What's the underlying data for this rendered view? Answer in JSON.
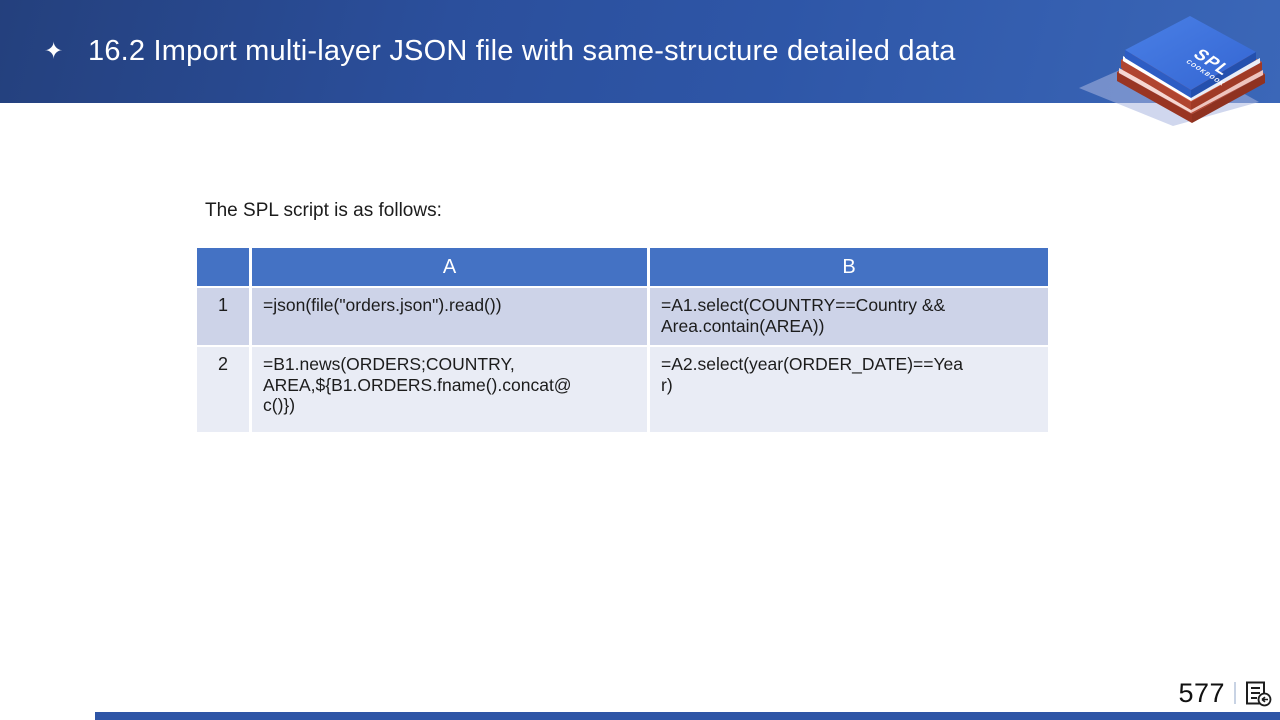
{
  "header": {
    "bullet_icon": "✦",
    "title": "16.2 Import multi-layer JSON file with same-structure detailed data",
    "logo": {
      "top_label": "SPL",
      "sub_label": "COOKBOOK"
    }
  },
  "body": {
    "intro_text": "The SPL script is as follows:"
  },
  "table": {
    "columns": [
      "",
      "A",
      "B"
    ],
    "rows": [
      {
        "num": "1",
        "a": "=json(file(\"orders.json\").read())",
        "b": "=A1.select(COUNTRY==Country &&\nArea.contain(AREA))"
      },
      {
        "num": "2",
        "a": "=B1.news(ORDERS;COUNTRY,\nAREA,${B1.ORDERS.fname().concat@\nc()})",
        "b": "=A2.select(year(ORDER_DATE)==Yea\nr)"
      }
    ]
  },
  "footer": {
    "page_number": "577"
  },
  "colors": {
    "header_band": "#2e56a7",
    "table_header": "#4472c4",
    "row_odd": "#cdd3e8",
    "row_even": "#e9ecf5",
    "accent_bar": "#2e55a6",
    "book_blue": "#3f73d8",
    "book_red": "#b04530"
  }
}
